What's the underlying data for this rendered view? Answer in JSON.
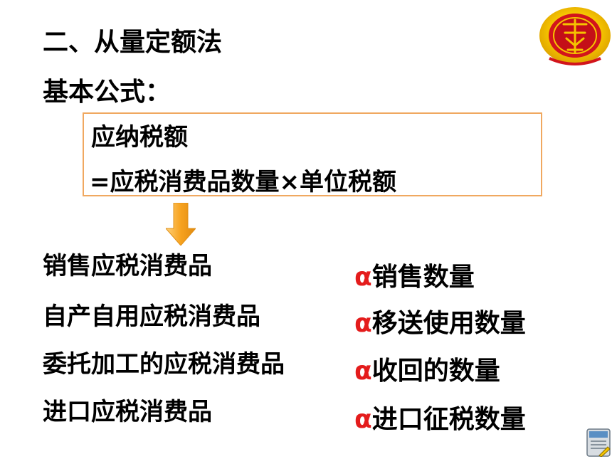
{
  "slide": {
    "title": "二、从量定额法",
    "formula_label": "基本公式：",
    "formula_line1": "应纳税额",
    "formula_line2": "=应税消费品数量×单位税额",
    "left_items": [
      "销售应税消费品",
      "自产自用应税消费品",
      "委托加工的应税消费品",
      "进口应税消费品"
    ],
    "right_items": [
      {
        "symbol": "α",
        "text": "销售数量"
      },
      {
        "symbol": "α",
        "text": "移送使用数量"
      },
      {
        "symbol": "α",
        "text": "收回的数量"
      },
      {
        "symbol": "α",
        "text": "进口征税数量"
      }
    ]
  },
  "colors": {
    "box_border": "#f0a860",
    "arrow": "#f7a21e",
    "alpha": "#e41c1c",
    "emblem_gold": "#f5c400",
    "emblem_red": "#d2141c"
  },
  "icons": {
    "emblem": "tax-emblem-icon",
    "arrow": "down-arrow-icon",
    "page": "document-page-icon"
  }
}
